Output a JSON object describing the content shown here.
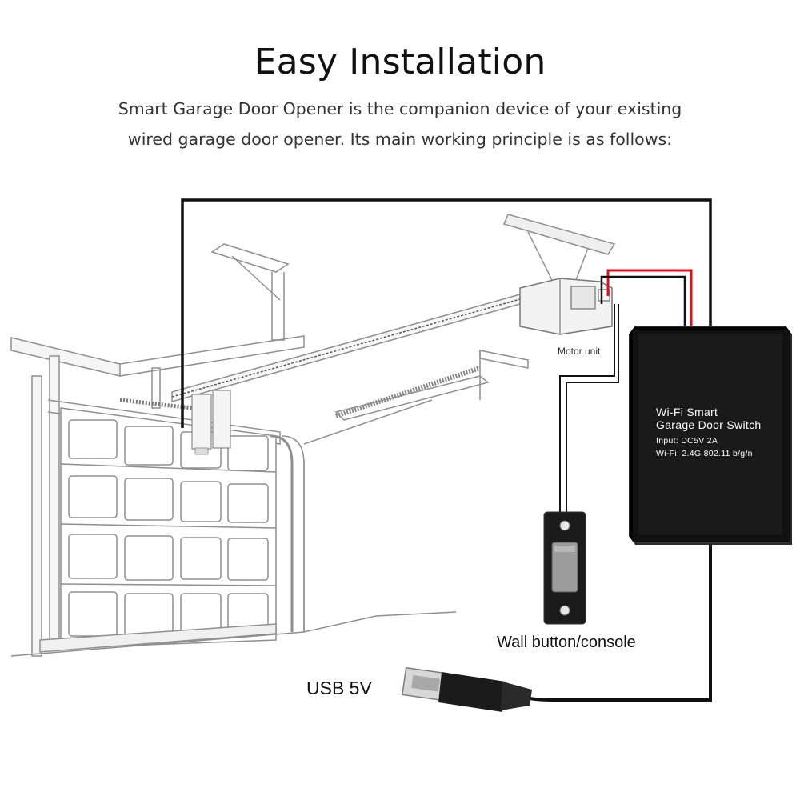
{
  "title": "Easy Installation",
  "subtitle_line1": "Smart Garage Door Opener is the companion device of your existing",
  "subtitle_line2": "wired garage door opener. Its main working principle is as follows:",
  "labels": {
    "motor_unit": "Motor unit",
    "wall_button": "Wall button/console",
    "usb": "USB 5V"
  },
  "device": {
    "name_line1": "Wi-Fi Smart",
    "name_line2": "Garage Door Switch",
    "input_spec": "Input: DC5V 2A",
    "wifi_spec": "Wi-Fi: 2.4G 802.11 b/g/n"
  },
  "colors": {
    "wire_black": "#111111",
    "wire_red": "#e0101a",
    "device_body": "#111111",
    "line_art": "#9a9a9a"
  },
  "icons": [
    "garage-door-illustration",
    "motor-unit-icon",
    "door-sensor-icon",
    "wall-button-icon",
    "usb-plug-icon",
    "smart-switch-device-icon"
  ]
}
